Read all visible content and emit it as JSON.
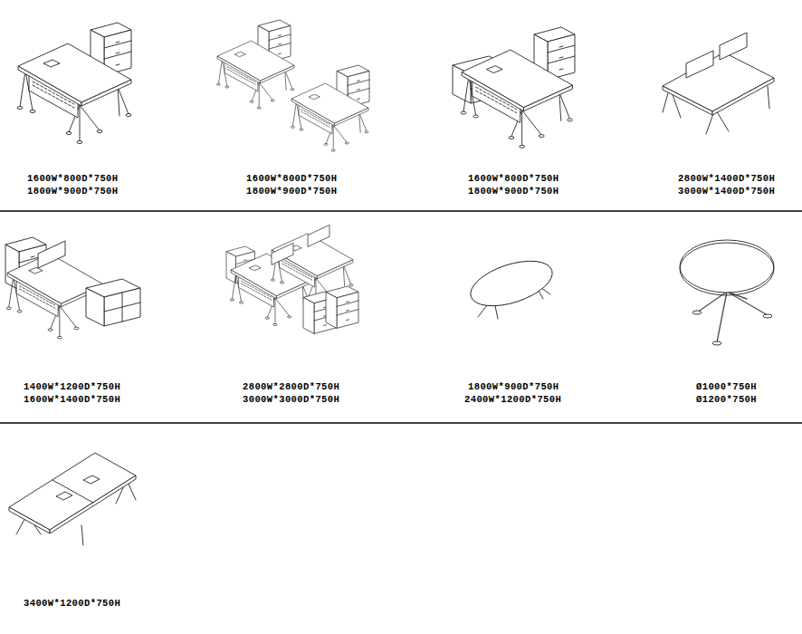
{
  "diagram": {
    "labels": [
      "1600W*800D*750H",
      "1800W*900D*750H",
      "1600W*800D*750H",
      "1800W*900D*750H",
      "1600W*800D*750H",
      "1800W*900D*750H",
      "2800W*1400D*750H",
      "3000W*1400D*750H",
      "1400W*1200D*750H",
      "1600W*1400D*750H",
      "2800W*2800D*750H",
      "3000W*3000D*750H",
      "1800W*900D*750H",
      "2400W*1200D*750H",
      "Ø1000*750H",
      "Ø1200*750H",
      "3400W*1200D*750H"
    ]
  }
}
